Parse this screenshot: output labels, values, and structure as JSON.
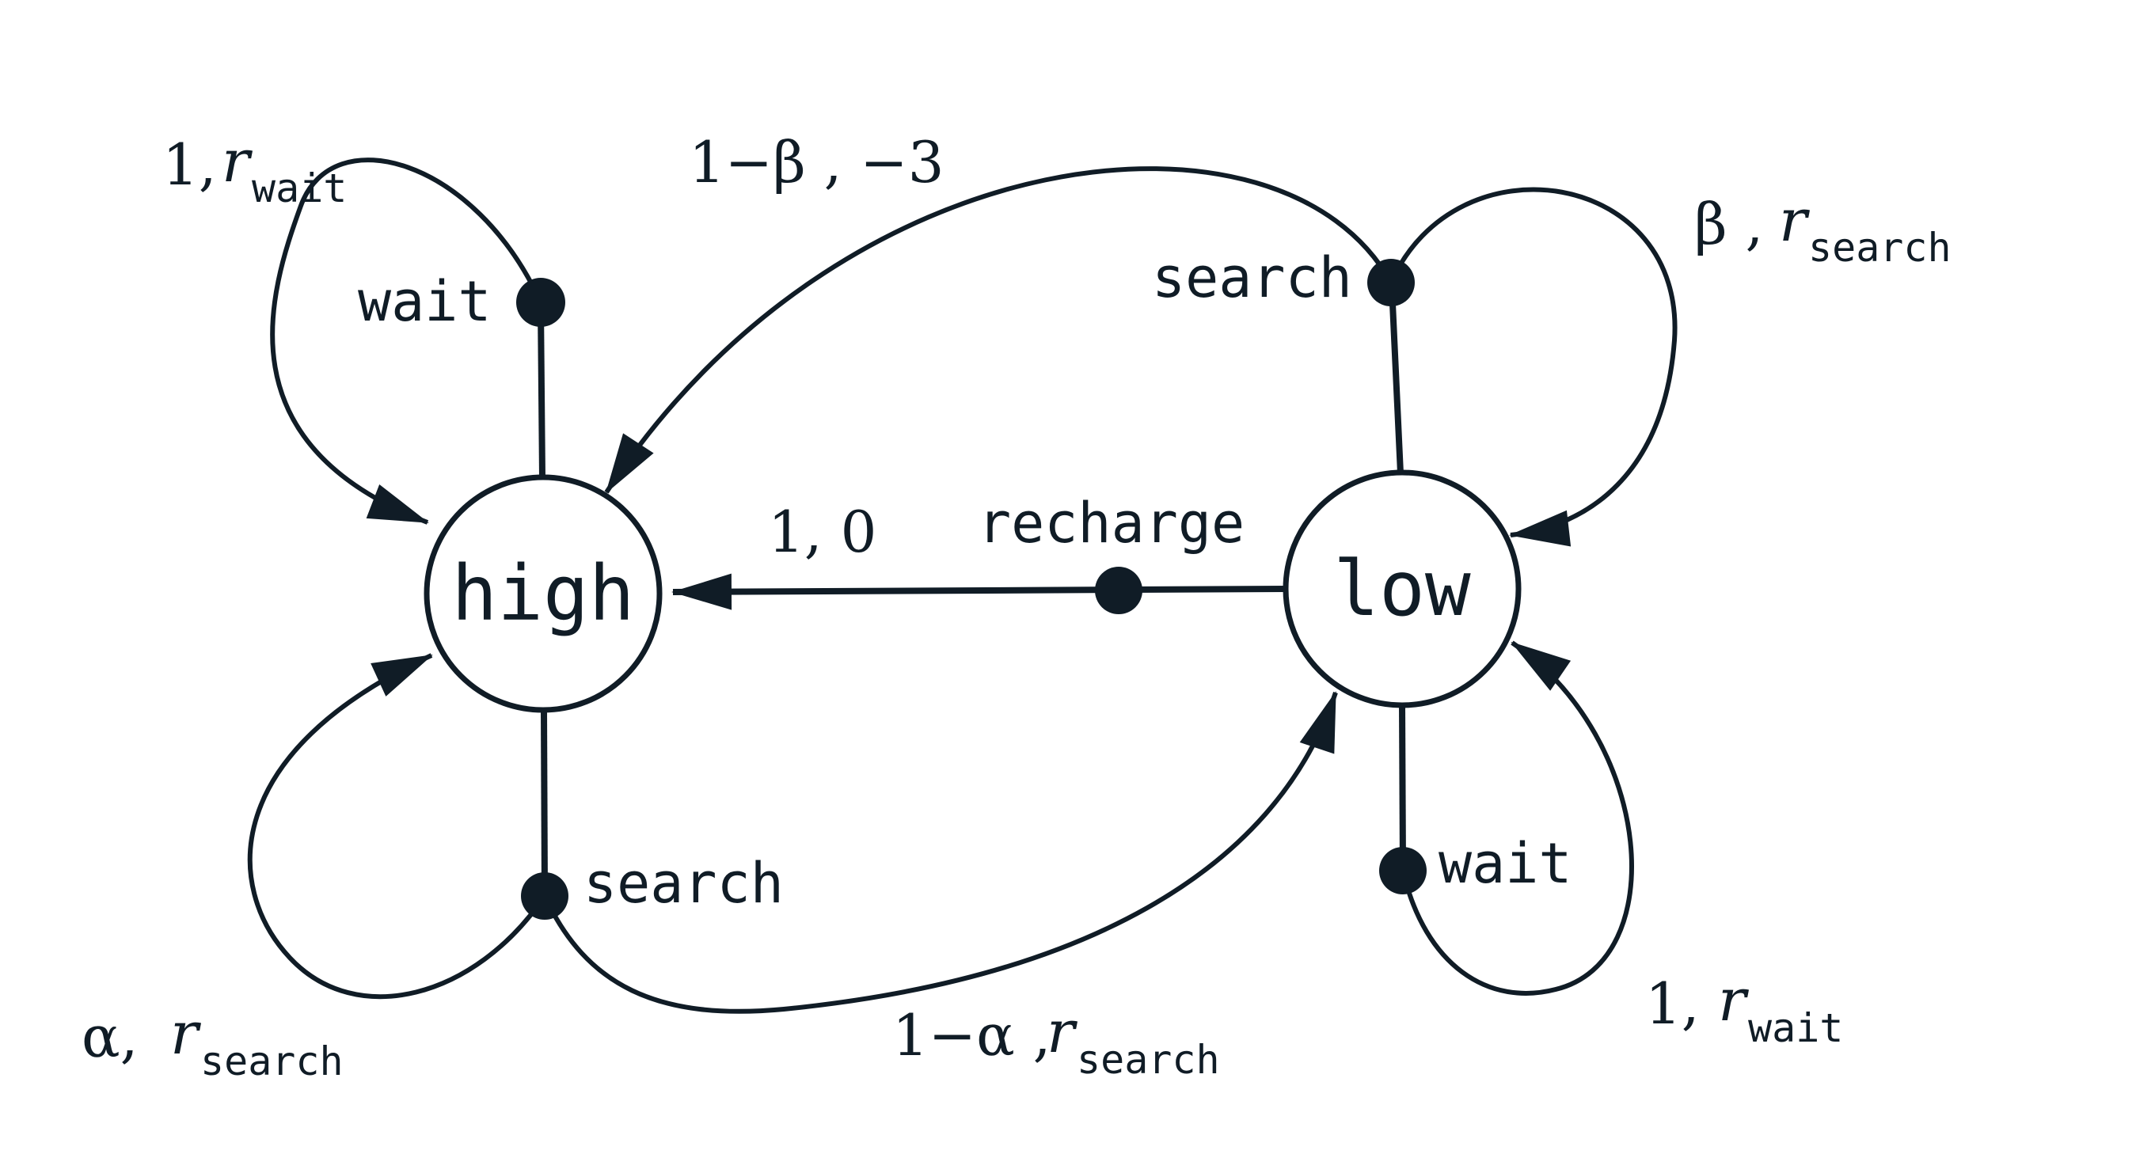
{
  "colors": {
    "ink": "#101c26",
    "background": "#ffffff"
  },
  "states": {
    "high": "high",
    "low": "low"
  },
  "actions": {
    "high_wait": "wait",
    "high_search": "search",
    "low_search": "search",
    "low_wait": "wait",
    "recharge": "recharge"
  },
  "edges": {
    "high_wait_loop": {
      "prob": "1,",
      "reward_var": "r",
      "reward_sub": "wait"
    },
    "low_search_to_high": {
      "text": "1−β ,  −3"
    },
    "low_search_loop": {
      "prob": "β ,",
      "reward_var": "r",
      "reward_sub": "search"
    },
    "recharge_to_high": {
      "text": "1,  0"
    },
    "high_search_loop": {
      "prob": "α,",
      "reward_var": "r",
      "reward_sub": "search"
    },
    "high_search_to_low": {
      "prob": "1−α ,",
      "reward_var": "r",
      "reward_sub": "search"
    },
    "low_wait_loop": {
      "prob": "1,",
      "reward_var": "r",
      "reward_sub": "wait"
    }
  }
}
